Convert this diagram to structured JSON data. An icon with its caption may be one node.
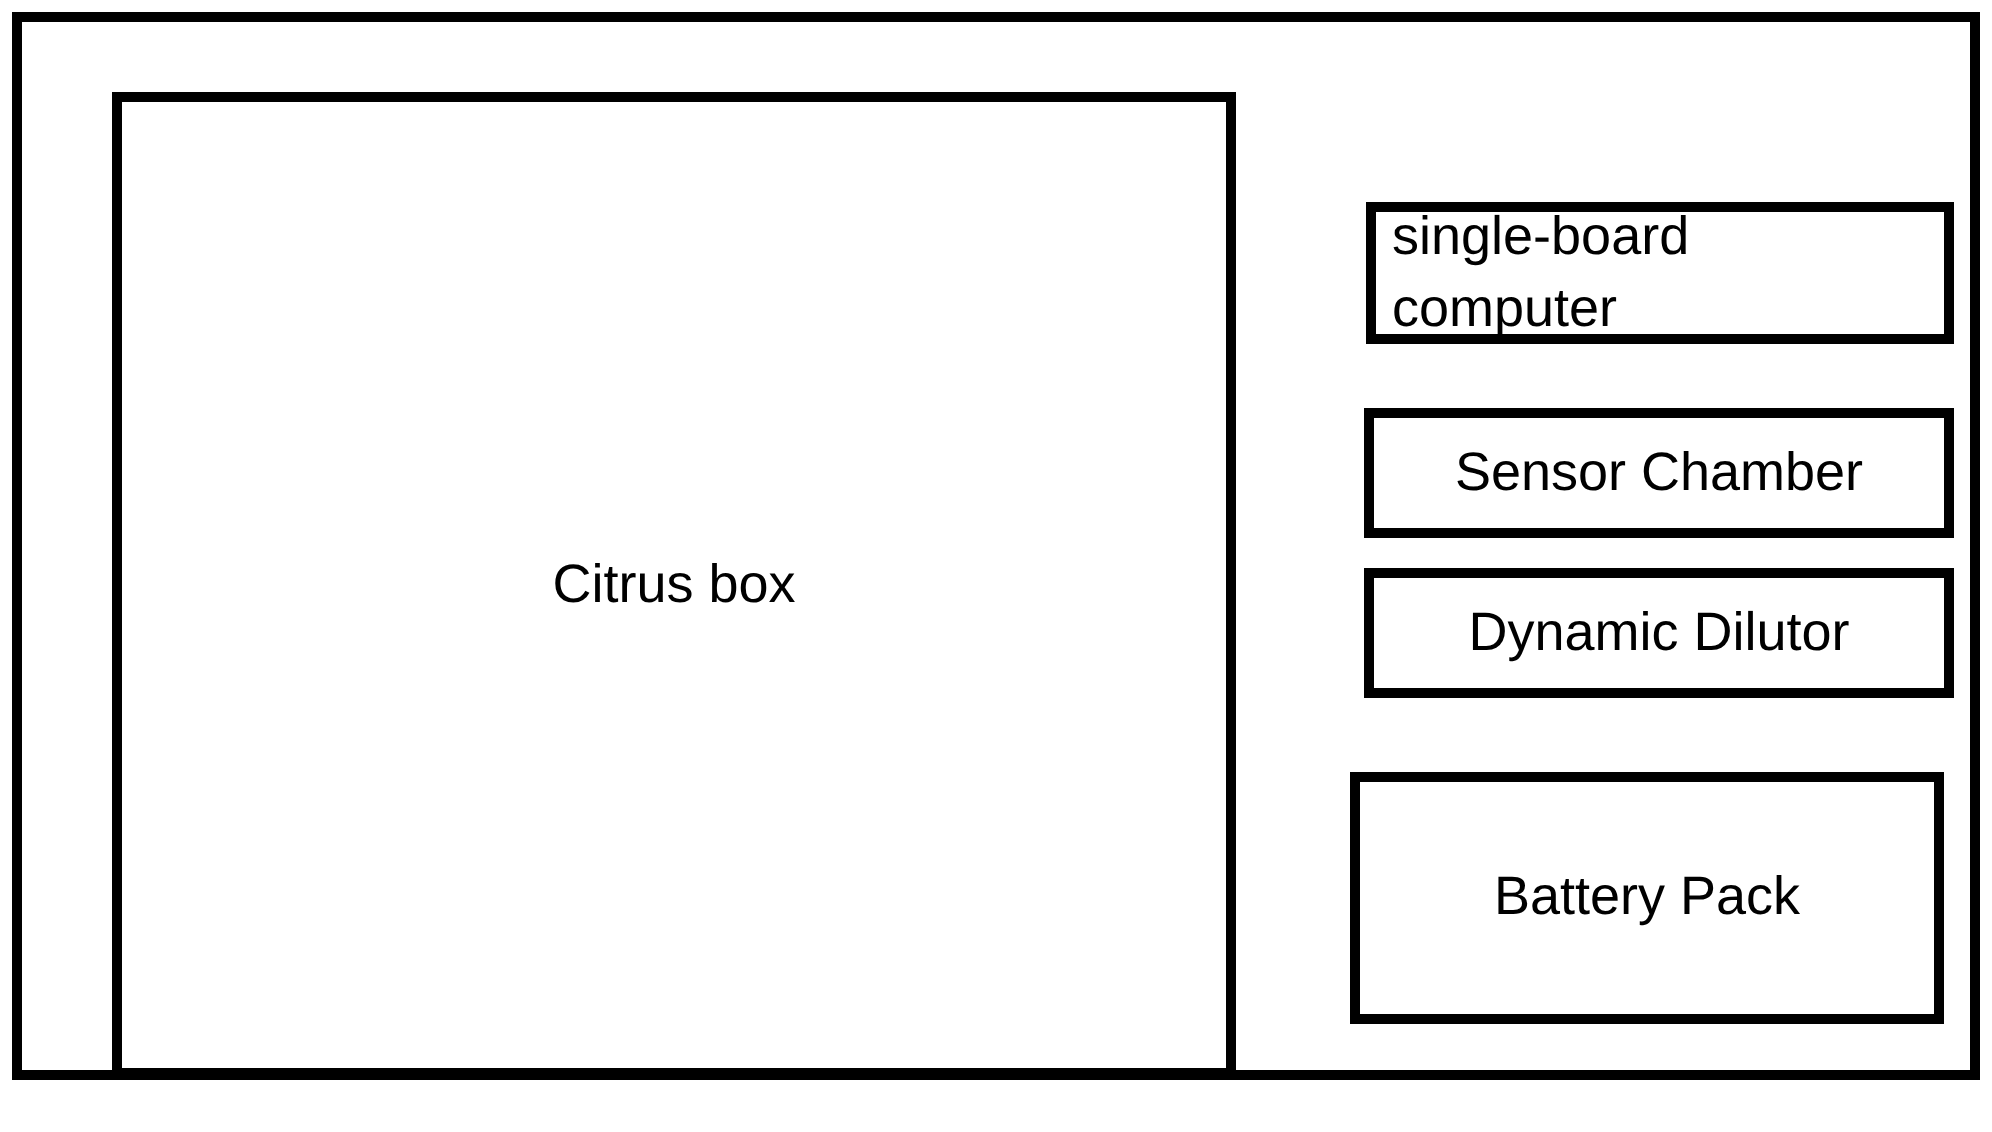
{
  "diagram": {
    "nodes": [
      {
        "text": [],
        "shape": "box"
      },
      {
        "text": [
          "Citrus box"
        ],
        "in": 0
      },
      {
        "text": [
          "single-board computer"
        ],
        "in": 0
      },
      {
        "text": [
          "Sensor Chamber"
        ],
        "in": 0
      },
      {
        "text": [
          "Dynamic Dilutor"
        ],
        "in": 0
      },
      {
        "text": [
          "Battery Pack"
        ],
        "in": 0
      }
    ],
    "edges": []
  }
}
